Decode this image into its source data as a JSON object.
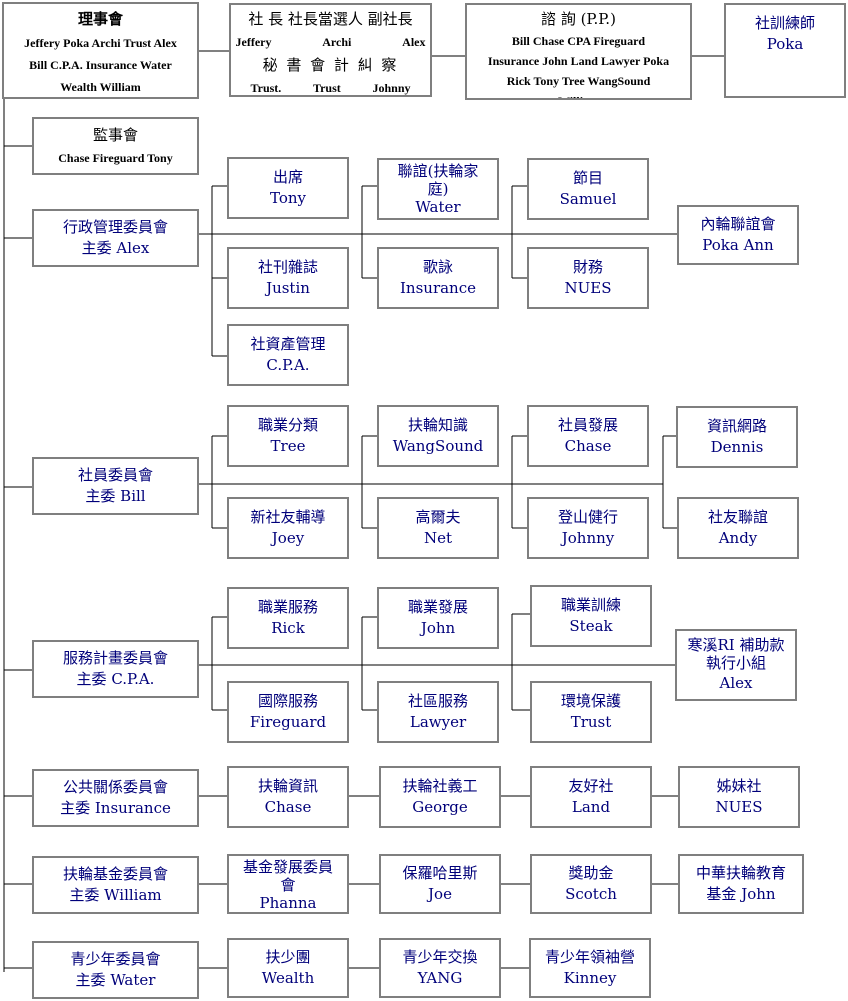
{
  "board": {
    "title": "理事會",
    "row1": "Jeffery Poka Archi Trust Alex",
    "row2": "Bill C.P.A. Insurance Water",
    "row3": "Wealth William"
  },
  "officers": {
    "row1": "社 長 社長當選人 副社長",
    "row2a": "Jeffery",
    "row2b": "Archi",
    "row2c": "Alex",
    "row3": "秘 書 會 計 糾 察",
    "row4a": "Trust.",
    "row4b": "Trust",
    "row4c": "Johnny"
  },
  "advisory": {
    "title": "諮 詢 (P.P.)",
    "row1": "Bill Chase CPA Fireguard",
    "row2": "Insurance John Land Lawyer Poka",
    "row3": "Rick Tony Tree WangSound",
    "row4": "William"
  },
  "trainer": {
    "title": "社訓練師",
    "name": "Poka"
  },
  "supervisors": {
    "title": "監事會",
    "names": "Chase Fireguard Tony"
  },
  "committees": [
    {
      "title": "行政管理委員會",
      "chair": "主委 Alex"
    },
    {
      "title": "社員委員會",
      "chair": "主委 Bill"
    },
    {
      "title": "服務計畫委員會",
      "chair": "主委 C.P.A."
    },
    {
      "title": "公共關係委員會",
      "chair": "主委 Insurance"
    },
    {
      "title": "扶輪基金委員會",
      "chair": "主委 William"
    },
    {
      "title": "青少年委員會",
      "chair": "主委 Water"
    }
  ],
  "admin": {
    "attendance": {
      "title": "出席",
      "name": "Tony"
    },
    "fellowship": {
      "title": "聯誼(扶輪家庭)",
      "name": "Water"
    },
    "program": {
      "title": "節目",
      "name": "Samuel"
    },
    "innerwheel": {
      "title": "內輪聯誼會",
      "name": "Poka Ann"
    },
    "magazine": {
      "title": "社刊雜誌",
      "name": "Justin"
    },
    "singing": {
      "title": "歌詠",
      "name": "Insurance"
    },
    "finance": {
      "title": "財務",
      "name": "NUES"
    },
    "assets": {
      "title": "社資產管理",
      "name": "C.P.A."
    }
  },
  "membership": {
    "classification": {
      "title": "職業分類",
      "name": "Tree"
    },
    "knowledge": {
      "title": "扶輪知識",
      "name": "WangSound"
    },
    "development": {
      "title": "社員發展",
      "name": "Chase"
    },
    "network": {
      "title": "資訊網路",
      "name": "Dennis"
    },
    "orientation": {
      "title": "新社友輔導",
      "name": "Joey"
    },
    "golf": {
      "title": "高爾夫",
      "name": "Net"
    },
    "hiking": {
      "title": "登山健行",
      "name": "Johnny"
    },
    "friendship": {
      "title": "社友聯誼",
      "name": "Andy"
    }
  },
  "service": {
    "vocational": {
      "title": "職業服務",
      "name": "Rick"
    },
    "vocdev": {
      "title": "職業發展",
      "name": "John"
    },
    "training": {
      "title": "職業訓練",
      "name": "Steak"
    },
    "grant": {
      "title1": "寒溪RI 補助款",
      "title2": "執行小組",
      "name": "Alex"
    },
    "international": {
      "title": "國際服務",
      "name": "Fireguard"
    },
    "community": {
      "title": "社區服務",
      "name": "Lawyer"
    },
    "environment": {
      "title": "環境保護",
      "name": "Trust"
    }
  },
  "pr": {
    "info": {
      "title": "扶輪資訊",
      "name": "Chase"
    },
    "volunteer": {
      "title": "扶輪社義工",
      "name": "George"
    },
    "friend": {
      "title": "友好社",
      "name": "Land"
    },
    "sister": {
      "title": "姊妹社",
      "name": "NUES"
    }
  },
  "foundation": {
    "devcommittee": {
      "title": "基金發展委員會",
      "name": "Phanna"
    },
    "paulharris": {
      "title": "保羅哈里斯",
      "name": "Joe"
    },
    "scholarship": {
      "title": "獎助金",
      "name": "Scotch"
    },
    "chinese": {
      "title1": "中華扶輪教育",
      "title2": "基金 John"
    }
  },
  "youth": {
    "interact": {
      "title": "扶少團",
      "name": "Wealth"
    },
    "exchange": {
      "title": "青少年交換",
      "name": "YANG"
    },
    "ryla": {
      "title": "青少年領袖營",
      "name": "Kinney"
    }
  }
}
